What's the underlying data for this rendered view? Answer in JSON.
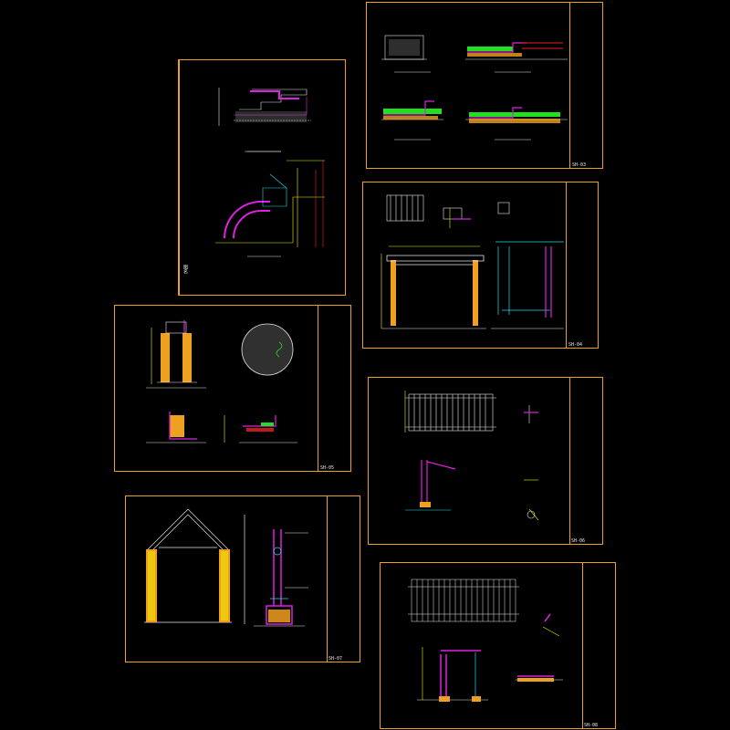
{
  "colors": {
    "background": "#000000",
    "sheet_border": "#f0a020",
    "line_white": "#e8e8e8",
    "line_magenta": "#e020e0",
    "line_yellow": "#f0f000",
    "line_cyan": "#20e0f0",
    "line_green": "#20e020",
    "line_red": "#f02020",
    "fill_orange": "#f0a020"
  },
  "sheets": [
    {
      "id": "sheet-1",
      "number": "",
      "side_label": "图名"
    },
    {
      "id": "sheet-2",
      "number": "SH-03",
      "side_label": ""
    },
    {
      "id": "sheet-3",
      "number": "SH-04",
      "side_label": ""
    },
    {
      "id": "sheet-4",
      "number": "SH-05",
      "side_label": ""
    },
    {
      "id": "sheet-5",
      "number": "SH-06",
      "side_label": ""
    },
    {
      "id": "sheet-6",
      "number": "SH-07",
      "side_label": ""
    },
    {
      "id": "sheet-7",
      "number": "SH-08",
      "side_label": ""
    }
  ]
}
